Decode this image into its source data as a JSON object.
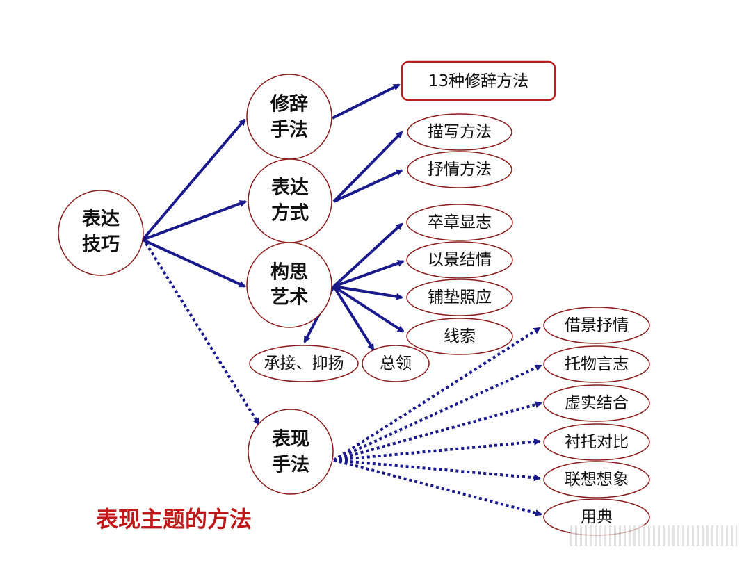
{
  "colors": {
    "arrow": "#1a1a8c",
    "node_border": "#8a1c1c",
    "box_border": "#b81e1e",
    "caption": "#c01818"
  },
  "root": {
    "line1": "表达",
    "line2": "技巧"
  },
  "categories": {
    "rhetoric": {
      "line1": "修辞",
      "line2": "手法"
    },
    "expression": {
      "line1": "表达",
      "line2": "方式"
    },
    "structure": {
      "line1": "构思",
      "line2": "艺术"
    },
    "presentation": {
      "line1": "表现",
      "line2": "手法"
    }
  },
  "leaves": {
    "rhetoric_methods": "13种修辞方法",
    "description": "描写方法",
    "lyrical": "抒情方法",
    "theme_end": "卒章显志",
    "scene_emotion": "以景结情",
    "foreshadow": "铺垫照应",
    "clue": "线索",
    "transition": "承接、抑扬",
    "summary": "总领",
    "borrow_scene": "借景抒情",
    "object_aspiration": "托物言志",
    "virtual_real": "虚实结合",
    "contrast": "衬托对比",
    "association": "联想想象",
    "allusion": "用典"
  },
  "caption": "表现主题的方法"
}
